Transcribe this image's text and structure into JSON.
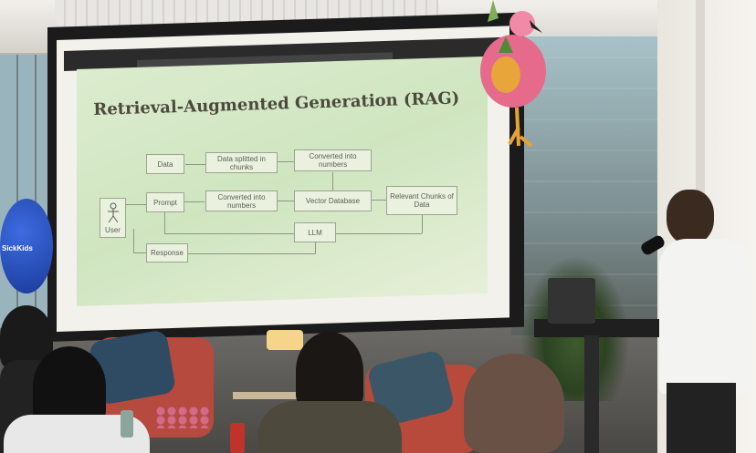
{
  "slide": {
    "title": "Retrieval-Augmented Generation (RAG)",
    "nodes": {
      "data": "Data",
      "data_split": "Data splitted in chunks",
      "converted_numbers_top": "Converted into numbers",
      "user": "User",
      "prompt": "Prompt",
      "converted_numbers_mid": "Converted into numbers",
      "vector_db": "Vector Database",
      "relevant_chunks": "Relevant Chunks of Data",
      "llm": "LLM",
      "response": "Response"
    }
  },
  "balloon": {
    "text": "SickKids"
  },
  "colors": {
    "slide_bg": "#d8ead0",
    "box_border": "#9aa58e",
    "title_text": "#4b4a3c",
    "chair_red": "#b64a3e"
  }
}
